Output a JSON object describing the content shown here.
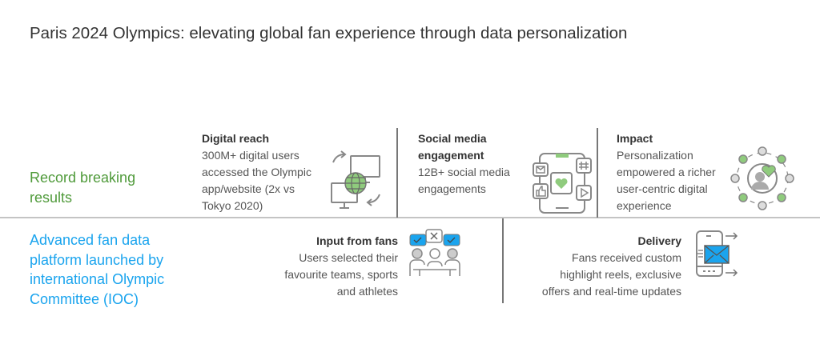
{
  "title": "Paris 2024 Olympics: elevating global fan experience  through data personalization",
  "rows": {
    "results": {
      "label": "Record breaking results",
      "color": "#4f9a3a"
    },
    "platform": {
      "label": "Advanced fan data platform launched by international Olympic Committee (IOC)",
      "color": "#1aa4ee"
    }
  },
  "cards": {
    "digital_reach": {
      "heading": "Digital reach",
      "text": "300M+ digital users accessed the Olympic app/website (2x vs Tokyo 2020)",
      "icon": "globe-devices-icon"
    },
    "social": {
      "heading": "Social media engagement",
      "text": "12B+ social media engagements",
      "icon": "social-phone-icon"
    },
    "impact": {
      "heading": "Impact",
      "text": "Personalization empowered a richer user-centric digital experience",
      "icon": "user-network-icon"
    },
    "input": {
      "heading": "Input from fans",
      "text": "Users selected their favourite teams, sports and athletes",
      "icon": "group-vote-icon"
    },
    "delivery": {
      "heading": "Delivery",
      "text": "Fans received custom highlight reels, exclusive offers and real-time updates",
      "icon": "phone-mail-icon"
    }
  }
}
